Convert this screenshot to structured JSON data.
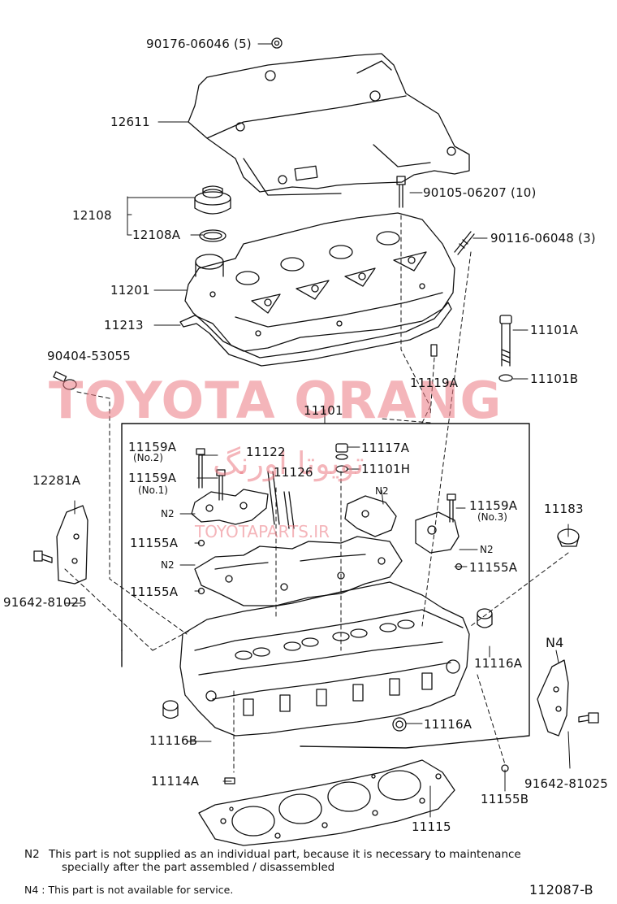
{
  "watermark": {
    "title": "TOYOTA ORANG",
    "arabic": "تويوتا اورنگ",
    "url": "TOYOTAPARTS.IR",
    "color": "#eb7882"
  },
  "labels": {
    "p90176": "90176-06046 (5)",
    "p12611": "12611",
    "p12108": "12108",
    "p12108a": "12108A",
    "p90105": "90105-06207 (10)",
    "p90116": "90116-06048 (3)",
    "p11201": "11201",
    "p11213": "11213",
    "p11101a": "11101A",
    "p90404": "90404-53055",
    "p11119a": "11119A",
    "p11101b": "11101B",
    "p11101": "11101",
    "p11159a_1": "11159A",
    "no2": "(No.2)",
    "p11122": "11122",
    "p11117a": "11117A",
    "p11126": "11126",
    "p11101h": "11101H",
    "p11159a_2": "11159A",
    "no1": "(No.1)",
    "p12281a": "12281A",
    "n2_a": "N2",
    "n2_b": "N2",
    "p11159a_3": "11159A",
    "no3": "(No.3)",
    "p11183": "11183",
    "n2_c": "N2",
    "n2_d": "N2",
    "p11155a_1": "11155A",
    "p11155a_2": "11155A",
    "p11155a_3": "11155A",
    "p91642_l": "91642-81025",
    "n4": "N4",
    "p11116a_1": "11116A",
    "p11116a_2": "11116A",
    "p11116b": "11116B",
    "p11114a": "11114A",
    "p11155b": "11155B",
    "p91642_r": "91642-81025",
    "p11115": "11115"
  },
  "notes": {
    "n2_key": "N2",
    "n2_line1": "This part is not supplied as an individual part, because it is necessary to maintenance",
    "n2_line2": "specially after the part assembled / disassembled",
    "n4_line": "N4 : This part is not available for service.",
    "figure_code": "112087-B"
  }
}
